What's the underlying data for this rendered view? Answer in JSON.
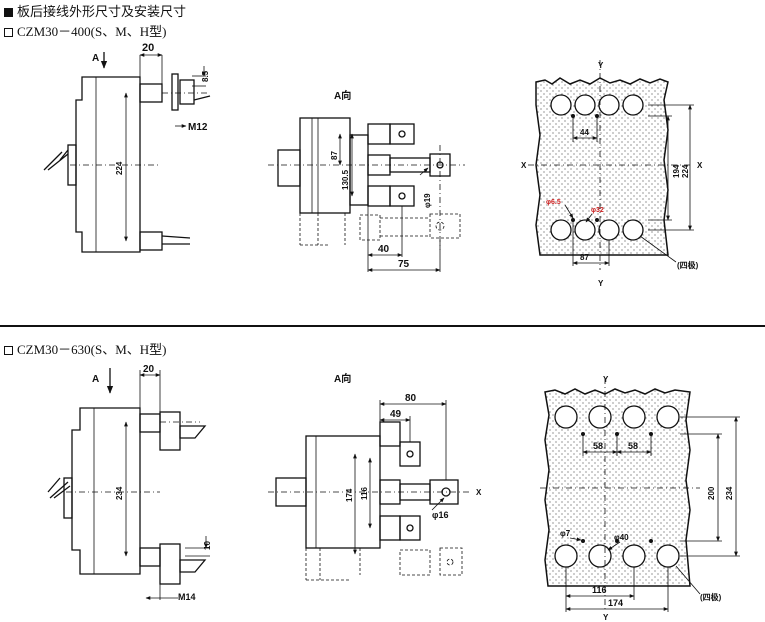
{
  "header": {
    "title": "板后接线外形尺寸及安装尺寸",
    "model_400": "CZM30－400(S、M、H型)",
    "model_630": "CZM30－630(S、M、H型)"
  },
  "common": {
    "view_a": "A",
    "view_a_dir": "A向",
    "axis_x": "X",
    "axis_y": "Y",
    "four_pole": "(四极)"
  },
  "d400": {
    "side": {
      "dim_20": "20",
      "dim_8_5": "8.5",
      "dim_224": "224",
      "thread": "M12"
    },
    "front": {
      "dim_87": "87",
      "dim_130_5": "130.5",
      "dim_phi19": "φ19",
      "dim_40": "40",
      "dim_75": "75"
    },
    "mount": {
      "dim_44": "44",
      "dim_194": "194",
      "dim_224": "224",
      "dim_87": "87",
      "dim_phi6_5": "φ6.5",
      "dim_phi32": "φ32"
    }
  },
  "d630": {
    "side": {
      "dim_20": "20",
      "dim_234": "234",
      "dim_10": "10",
      "thread": "M14"
    },
    "front": {
      "dim_80": "80",
      "dim_49": "49",
      "dim_174": "174",
      "dim_116": "116",
      "dim_phi16": "φ16"
    },
    "mount": {
      "dim_58a": "58",
      "dim_58b": "58",
      "dim_200": "200",
      "dim_234": "234",
      "dim_phi7": "φ7",
      "dim_phi40": "φ40",
      "dim_116": "116",
      "dim_174": "174"
    }
  }
}
